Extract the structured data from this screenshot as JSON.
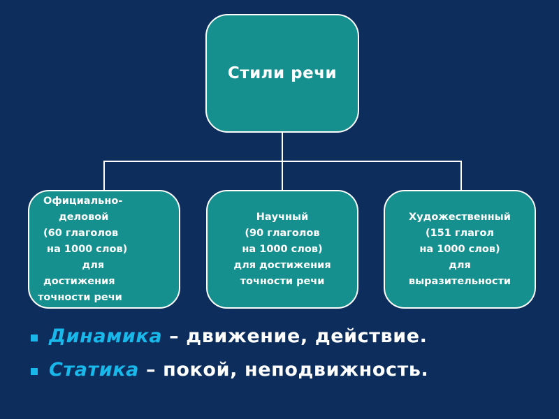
{
  "root": {
    "label": "Стили речи"
  },
  "children": [
    {
      "lines": [
        "Официально-",
        "деловой",
        "(60 глаголов",
        " на 1000 слов)",
        "           для",
        "достижения",
        "точности речи"
      ]
    },
    {
      "lines": [
        "Научный",
        "(90 глаголов",
        "на 1000 слов)",
        "для достижения",
        "точности речи"
      ]
    },
    {
      "lines": [
        "Художественный",
        "(151 глагол",
        "на 1000 слов)",
        "для",
        "выразительности"
      ]
    }
  ],
  "bullets": [
    {
      "term": "Динамика",
      "rest": " – движение, действие."
    },
    {
      "term": "Статика",
      "rest": " – покой, неподвижность."
    }
  ],
  "colors": {
    "background": "#0d2e5c",
    "box": "#16908e",
    "accent": "#19b8ea"
  }
}
